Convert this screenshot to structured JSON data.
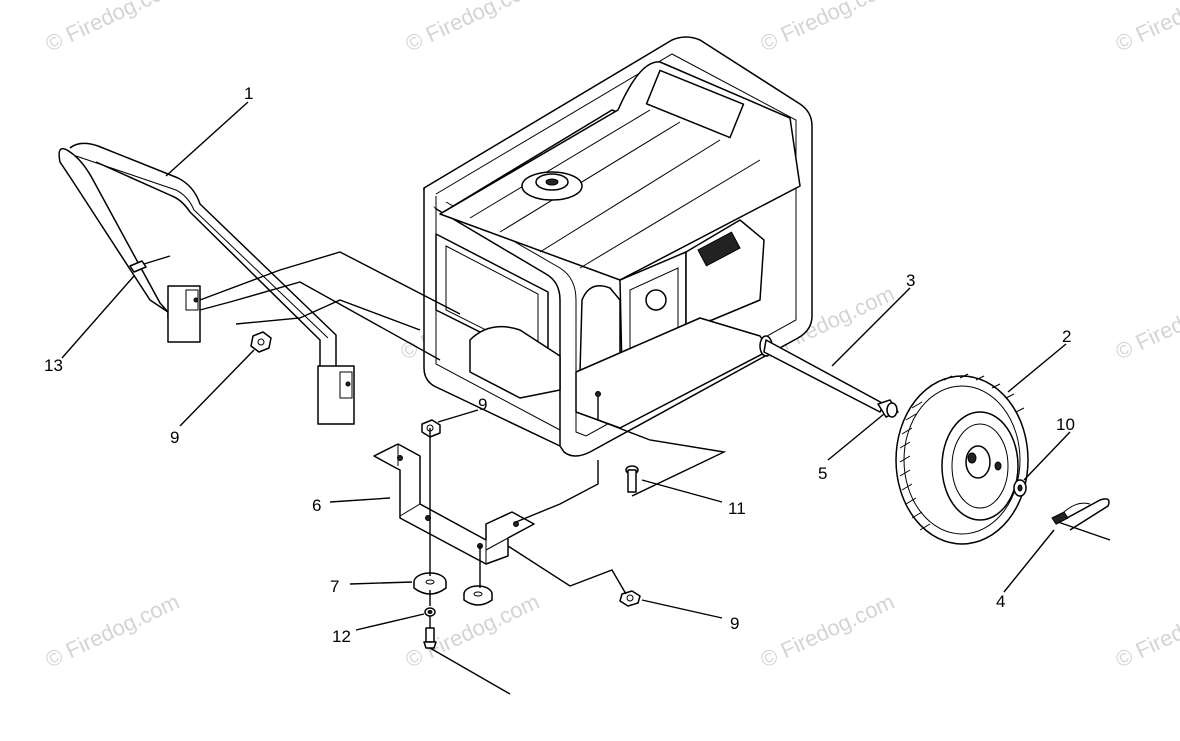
{
  "watermark": "© Firedog.com",
  "callouts": {
    "handle": "1",
    "wheel": "2",
    "axle": "3",
    "hitch_pin": "4",
    "spacer": "5",
    "support_bracket": "6",
    "rubber_foot": "7",
    "nut_handle": "9",
    "nut_bracket": "9",
    "nut_foot": "9",
    "washer_wheel": "10",
    "bolt_frame": "11",
    "washer_foot": "12",
    "bolt_handle": "13"
  }
}
